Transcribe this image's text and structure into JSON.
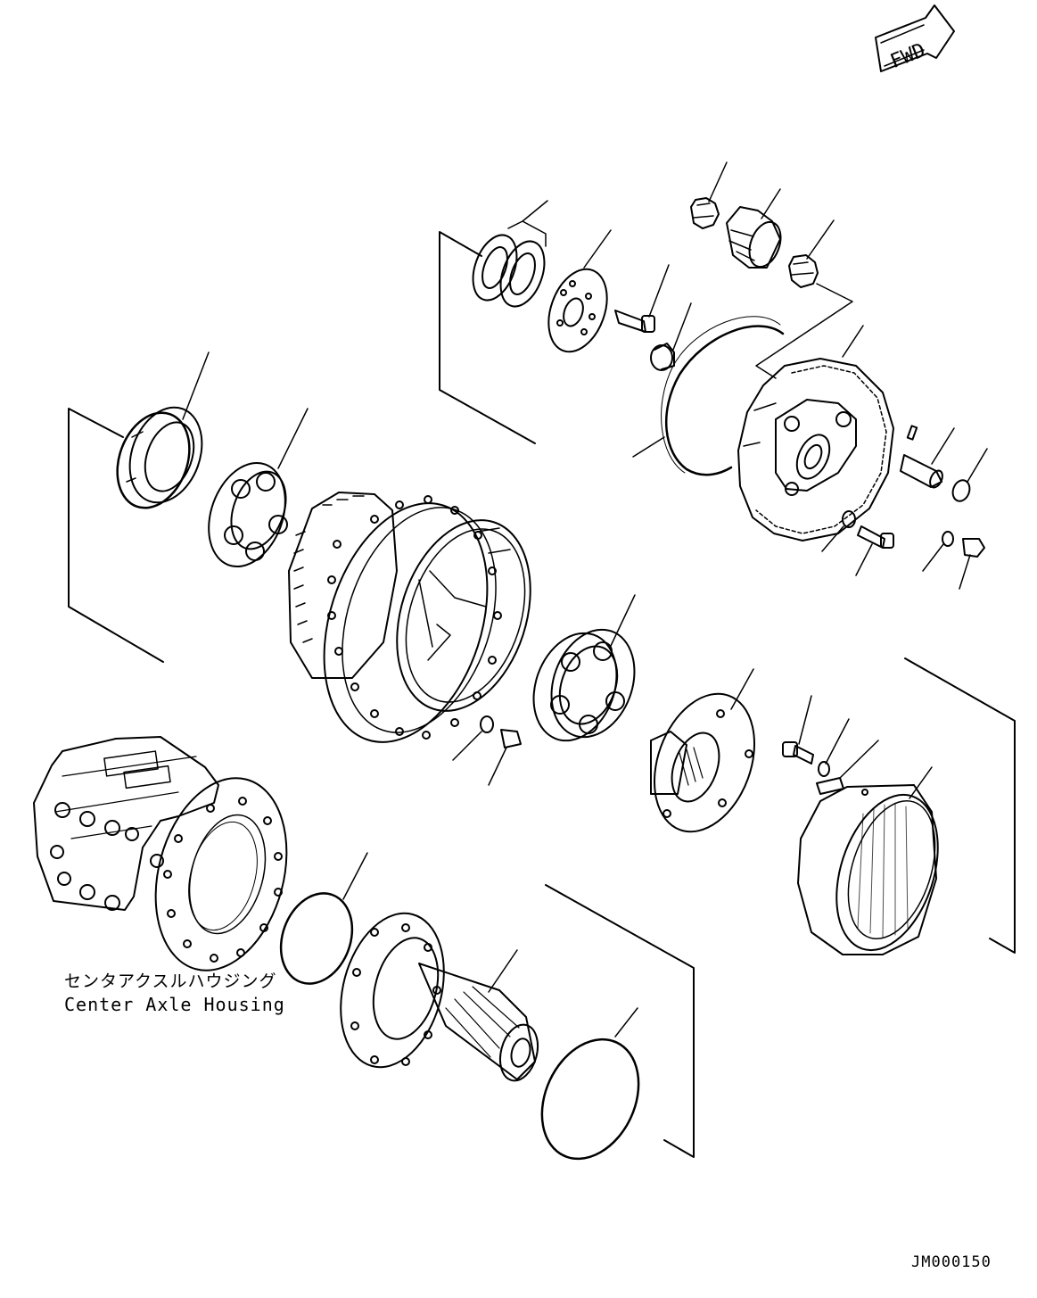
{
  "fwd_marker": {
    "text": "FWD"
  },
  "housing_label": {
    "japanese": "センタアクスルハウジング",
    "english": "Center Axle Housing"
  },
  "drawing_code": "JM000150",
  "colors": {
    "ink": "#000000",
    "paper": "#ffffff"
  }
}
